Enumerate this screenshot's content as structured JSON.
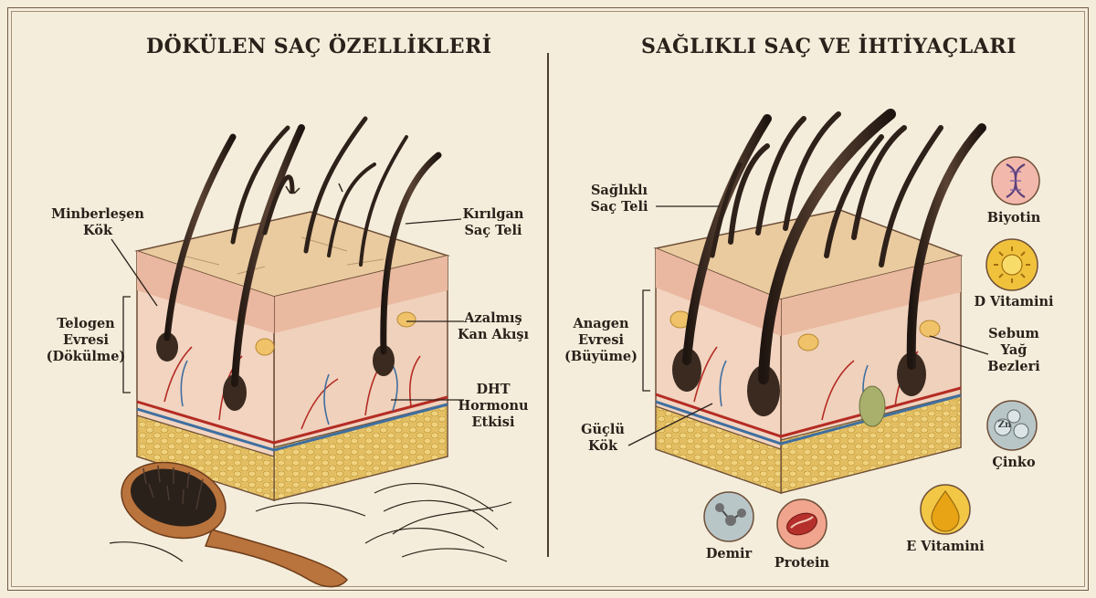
{
  "titles": {
    "left": "DÖKÜLEN SAÇ ÖZELLİKLERİ",
    "right": "SAĞLIKLI SAÇ VE İHTİYAÇLARI"
  },
  "left_labels": {
    "weak_root": [
      "Minberleşen",
      "Kök"
    ],
    "telogen": [
      "Telogen",
      "Evresi",
      "(Dökülme)"
    ],
    "brittle": [
      "Kırılgan",
      "Saç Teli"
    ],
    "blood_flow": [
      "Azalmış",
      "Kan Akışı"
    ],
    "dht": [
      "DHT",
      "Hormonu",
      "Etkisi"
    ]
  },
  "right_labels": {
    "healthy_strand": [
      "Sağlıklı",
      "Saç Teli"
    ],
    "anagen": [
      "Anagen",
      "Evresi",
      "(Büyüme)"
    ],
    "strong_root": [
      "Güçlü",
      "Kök"
    ],
    "sebum": [
      "Sebum",
      "Yağ",
      "Bezleri"
    ]
  },
  "nutrients": {
    "biotin": "Biyotin",
    "vitamin_d": "D Vitamini",
    "zinc": "Çinko",
    "vitamin_e": "E Vitamini",
    "iron": "Demir",
    "protein": "Protein",
    "zinc_symbol": "Zn"
  },
  "colors": {
    "biotin": "#f2b8ab",
    "vitamin_d": "#f0c23c",
    "zinc": "#b9c6c8",
    "vitamin_e": "#f3c746",
    "iron": "#b9c6c8",
    "protein": "#f1a48e",
    "skin_top": "#eacb9f",
    "dermis": "#f1d2bb",
    "fat": "#e6c46e",
    "hair": "#3a2a20"
  }
}
